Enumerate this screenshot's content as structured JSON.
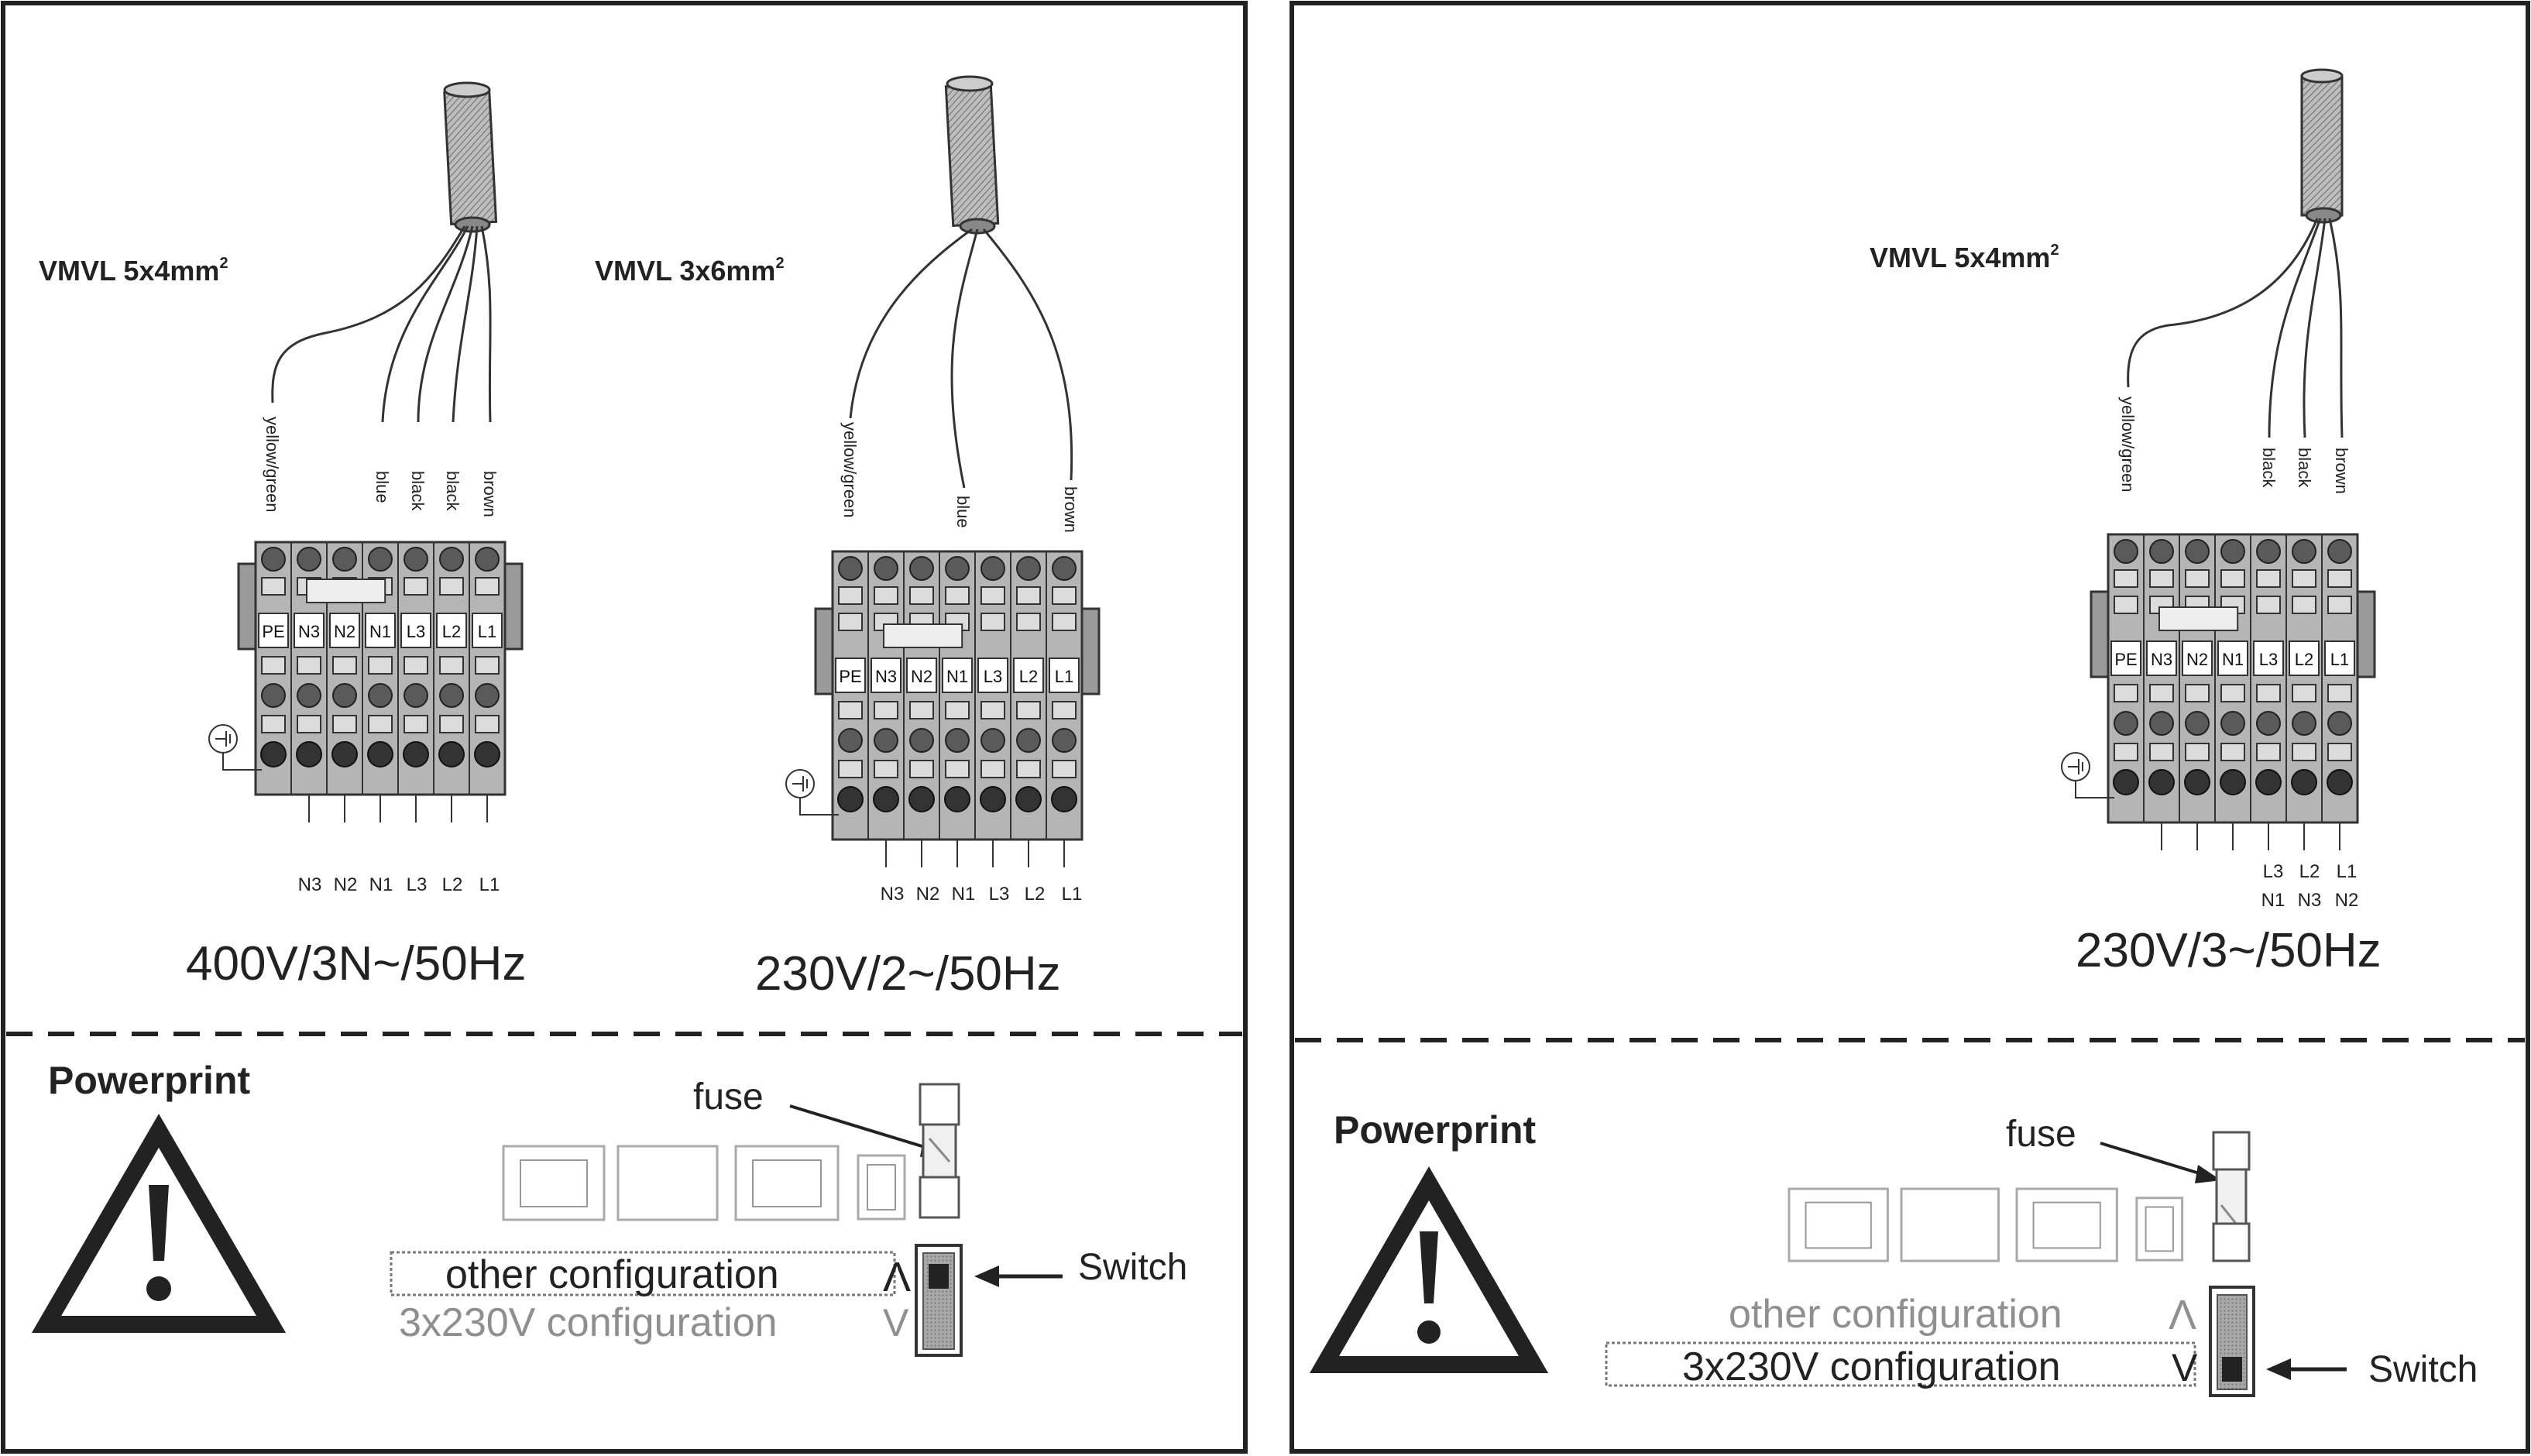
{
  "colors": {
    "line": "#222222",
    "terminal": "#9a9a9a",
    "terminal_dark": "#5a5a5a",
    "paper": "#ffffff",
    "faded_text": "#8f8f8f"
  },
  "left_panel": {
    "diagram_a": {
      "cable": "VMVL 5x4mm",
      "cable_sup": "2",
      "wires": [
        "yellow/green",
        "blue",
        "black",
        "black",
        "brown"
      ],
      "terminals": [
        "PE",
        "N3",
        "N2",
        "N1",
        "L3",
        "L2",
        "L1"
      ],
      "bottom_labels": [
        "N3",
        "N2",
        "N1",
        "L3",
        "L2",
        "L1"
      ],
      "voltage": "400V/3N~/50Hz"
    },
    "diagram_b": {
      "cable": "VMVL 3x6mm",
      "cable_sup": "2",
      "wires": [
        "yellow/green",
        "blue",
        "brown"
      ],
      "terminals": [
        "PE",
        "N3",
        "N2",
        "N1",
        "L3",
        "L2",
        "L1"
      ],
      "bottom_labels": [
        "N3",
        "N2",
        "N1",
        "L3",
        "L2",
        "L1"
      ],
      "voltage": "230V/2~/50Hz"
    },
    "powerprint": {
      "title": "Powerprint",
      "fuse": "fuse",
      "switch": "Switch",
      "config_top": "other configuration",
      "config_bottom": "3x230V configuration",
      "arrow_top": "Λ",
      "arrow_bottom": "V"
    }
  },
  "right_panel": {
    "diagram": {
      "cable": "VMVL 5x4mm",
      "cable_sup": "2",
      "wires": [
        "yellow/green",
        "black",
        "black",
        "brown"
      ],
      "terminals": [
        "PE",
        "N3",
        "N2",
        "N1",
        "L3",
        "L2",
        "L1"
      ],
      "bottom_top_row": [
        "L3",
        "L2",
        "L1"
      ],
      "bottom_bottom_row": [
        "N1",
        "N3",
        "N2"
      ],
      "voltage": "230V/3~/50Hz"
    },
    "powerprint": {
      "title": "Powerprint",
      "fuse": "fuse",
      "switch": "Switch",
      "config_top": "other configuration",
      "config_bottom": "3x230V configuration",
      "arrow_top": "Λ",
      "arrow_bottom": "V"
    }
  }
}
